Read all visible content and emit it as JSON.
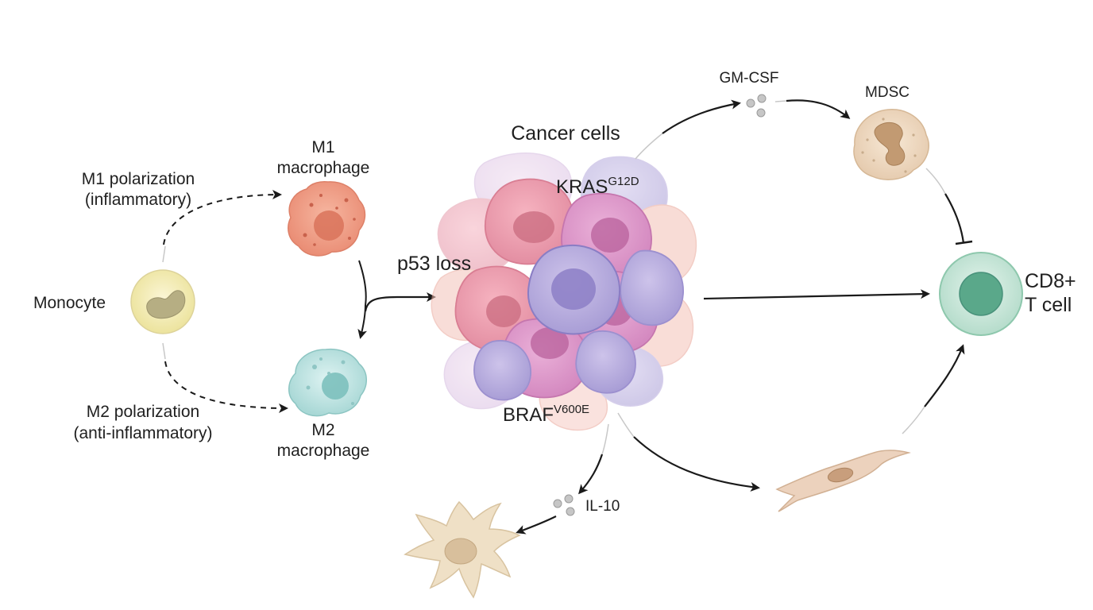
{
  "labels": {
    "monocyte": "Monocyte",
    "m1_polarization": "M1 polarization",
    "m1_polarization_sub": "(inflammatory)",
    "m2_polarization": "M2 polarization",
    "m2_polarization_sub": "(anti-inflammatory)",
    "m1_macrophage_line1": "M1",
    "m1_macrophage_line2": "macrophage",
    "m2_macrophage_line1": "M2",
    "m2_macrophage_line2": "macrophage",
    "cancer_cells": "Cancer cells",
    "p53_loss": "p53 loss",
    "kras": "KRAS",
    "kras_mutation": "G12D",
    "braf": "BRAF",
    "braf_mutation": "V600E",
    "gm_csf": "GM-CSF",
    "mdsc": "MDSC",
    "cd8_line1": "CD8+",
    "cd8_line2": "T cell",
    "il10": "IL-10"
  },
  "colors": {
    "arrow": "#1a1a1a",
    "faint_line": "#c8c8c8",
    "monocyte": "#f5efc0",
    "m1": "#f0a08a",
    "m2": "#bfe3e2",
    "mdsc": "#f0dcc4",
    "tcell": "#cfe9de",
    "tcell_nucleus": "#5aa88a",
    "fibroblast": "#ecd2bd",
    "dendritic": "#efe0c6"
  }
}
